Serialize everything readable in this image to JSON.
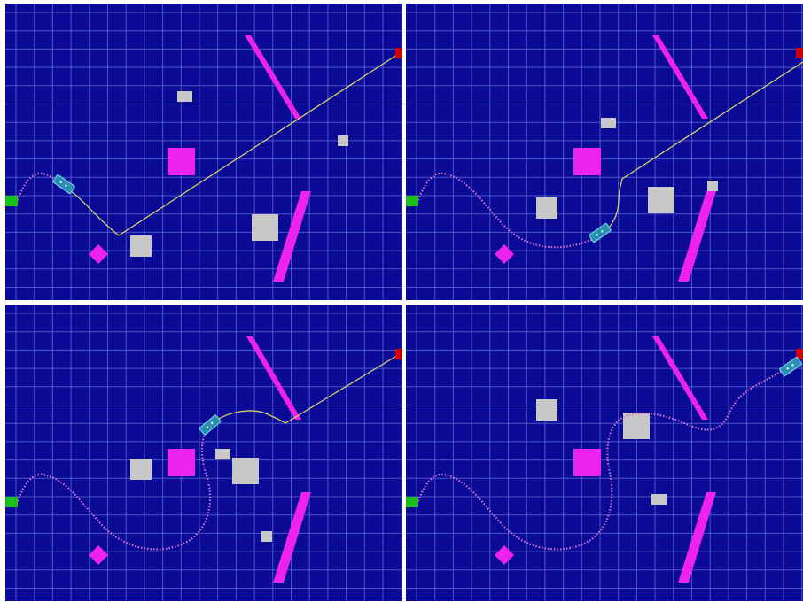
{
  "title": "",
  "colors": {
    "frame": "#ffffff",
    "background": "#0a0a96",
    "grid": "#5f6fd6",
    "gray_obstacle": "#c8c8c8",
    "magenta_obstacle": "#ee22ee",
    "start": "#18c018",
    "goal": "#d00000",
    "robot": "#2a8fb0",
    "traveled_path": "#d66fd6",
    "planned_path": "#d6d06f"
  },
  "panels": [
    {
      "id": "top-left",
      "robot": "robot-near-start",
      "has_planned_path": true
    },
    {
      "id": "top-right",
      "robot": "robot-in-valley",
      "has_planned_path": true
    },
    {
      "id": "bottom-left",
      "robot": "robot-above-obstacles",
      "has_planned_path": true
    },
    {
      "id": "bottom-right",
      "robot": "robot-near-goal",
      "has_planned_path": false
    }
  ]
}
